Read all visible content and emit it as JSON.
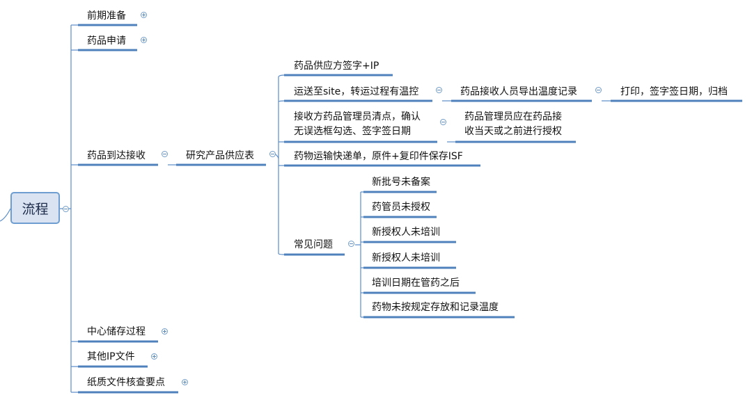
{
  "root": {
    "label": "流程"
  },
  "main_branches": {
    "prep": "前期准备",
    "apply": "药品申请",
    "arrive": "药品到达接收",
    "storage": "中心储存过程",
    "other_ip": "其他IP文件",
    "paper": "纸质文件核查要点"
  },
  "supply_table": "研究产品供应表",
  "supply_items": {
    "sign_ip": "药品供应方签字+IP",
    "transport": "运送至site，转运过程有温控",
    "export_temp": "药品接收人员导出温度记录",
    "print_sign": "打印，签字签日期，归档",
    "check_line1": "接收方药品管理员清点，确认",
    "check_line2": "无误选框勾选、签字签日期",
    "authorize_line1": "药品管理员应在药品接",
    "authorize_line2": "收当天或之前进行授权",
    "waybill": "药物运输快递单，原件+复印件保存ISF",
    "common_issues": "常见问题"
  },
  "issues": [
    "新批号未备案",
    "药管员未授权",
    "新授权人未培训",
    "新授权人未培训",
    "培训日期在管药之后",
    "药物未按规定存放和记录温度"
  ],
  "colors": {
    "line": "#5b8cc8",
    "underline": "#4f81bd",
    "root_fill": "#d9e3f2",
    "root_border": "#6e9ed1"
  }
}
